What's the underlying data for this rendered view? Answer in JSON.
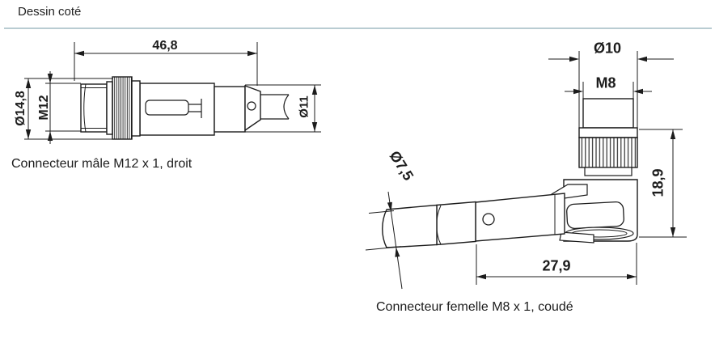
{
  "title": "Dessin coté",
  "colors": {
    "line": "#1c1c1c",
    "rule": "#b9ccd2",
    "background": "#ffffff"
  },
  "male_connector": {
    "caption": "Connecteur mâle M12 x 1, droit",
    "dims": {
      "length": "46,8",
      "flange_diameter": "Ø14,8",
      "thread": "M12",
      "sleeve_diameter": "Ø11"
    }
  },
  "female_connector": {
    "caption": "Connecteur femelle M8 x 1, coudé",
    "dims": {
      "sleeve_diameter": "Ø10",
      "thread": "M8",
      "cable_diameter": "Ø7,5",
      "height": "18,9",
      "length": "27,9"
    }
  }
}
